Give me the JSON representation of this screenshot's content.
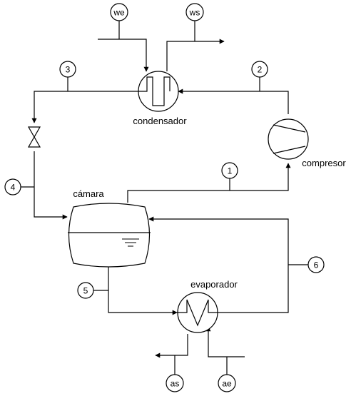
{
  "labels": {
    "condensador": "condensador",
    "compresor": "compresor",
    "camara": "cámara",
    "evaporador": "evaporador"
  },
  "states": [
    "1",
    "2",
    "3",
    "4",
    "5",
    "6"
  ],
  "streams": {
    "we": "we",
    "ws": "ws",
    "as": "as",
    "ae": "ae"
  }
}
